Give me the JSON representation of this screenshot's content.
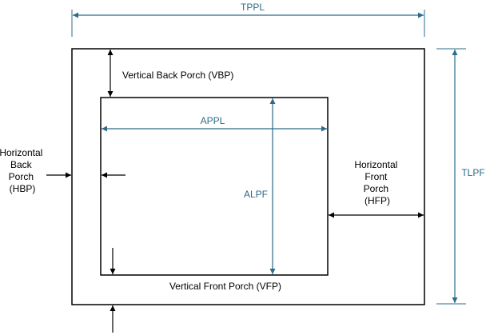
{
  "labels": {
    "tppl": "TPPL",
    "tlpf": "TLPF",
    "appl": "APPL",
    "alpf": "ALPF",
    "vbp": "Vertical Back Porch (VBP)",
    "vfp": "Vertical Front Porch (VFP)",
    "hbp": [
      "Horizontal",
      "Back",
      "Porch",
      "(HBP)"
    ],
    "hfp": [
      "Horizontal",
      "Front",
      "Porch",
      "(HFP)"
    ]
  },
  "colors": {
    "dimension_blue": "#2e6b8a",
    "line_black": "#000000"
  }
}
